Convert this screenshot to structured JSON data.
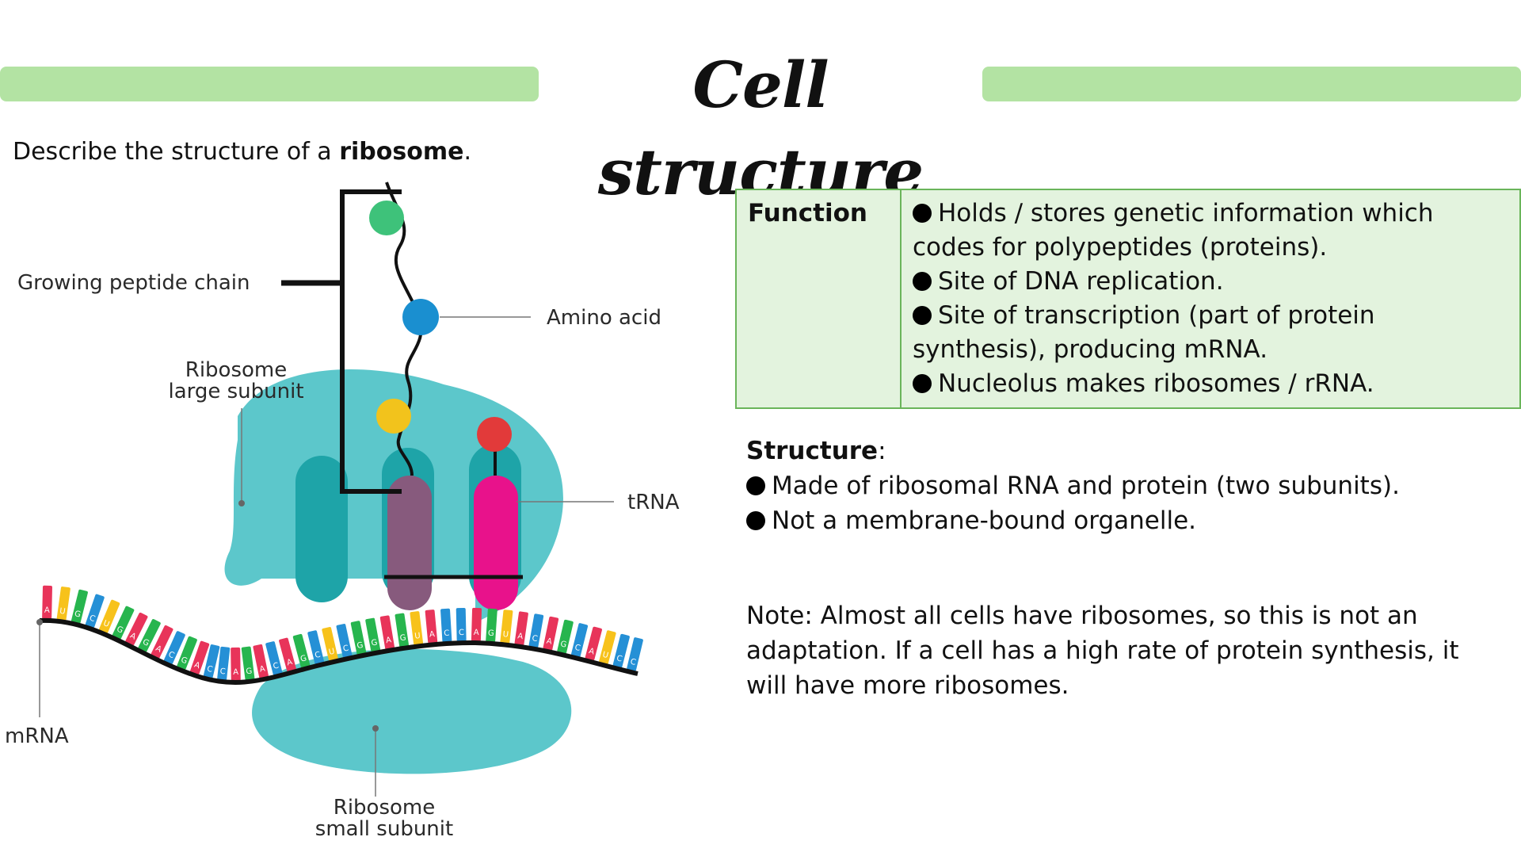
{
  "title": "Cell structure",
  "question": {
    "prefix": "Describe the structure of a ",
    "bold": "ribosome",
    "suffix": "."
  },
  "diagram": {
    "labels": {
      "peptide_chain": "Growing peptide chain",
      "amino_acid": "Amino acid",
      "large_subunit_1": "Ribosome",
      "large_subunit_2": "large subunit",
      "trna": "tRNA",
      "mrna": "mRNA",
      "small_subunit_1": "Ribosome",
      "small_subunit_2": "small subunit"
    },
    "bases": [
      "A",
      "U",
      "G",
      "C",
      "U",
      "G",
      "A",
      "G",
      "A",
      "C",
      "G",
      "A",
      "C",
      "C",
      "A",
      "G",
      "A",
      "C",
      "A",
      "G",
      "C",
      "U",
      "C",
      "G",
      "G",
      "A",
      "G",
      "U",
      "A",
      "C",
      "C",
      "A",
      "G",
      "U",
      "A",
      "C",
      "A",
      "G",
      "C",
      "A",
      "U",
      "C",
      "C"
    ],
    "colors": {
      "ribosome": "#5cc7cb",
      "ribosome_dark": "#1ea4a8",
      "trna_left": "#875a7d",
      "trna_right": "#e8128b",
      "amino_green": "#3ec27a",
      "amino_blue": "#1a8fd0",
      "amino_yellow": "#f2c31c",
      "amino_red": "#e23a3a",
      "base_red": "#e8345a",
      "base_green": "#27b54e",
      "base_yellow": "#f7c21b",
      "base_blue": "#2590d6"
    }
  },
  "function_table": {
    "heading": "Function",
    "items": [
      "Holds / stores genetic information which codes for polypeptides (proteins).",
      "Site of DNA replication.",
      "Site of transcription (part of protein synthesis), producing mRNA.",
      "Nucleolus makes ribosomes / rRNA."
    ]
  },
  "structure": {
    "heading": "Structure",
    "colon": ":",
    "items": [
      "Made of ribosomal RNA and protein (two subunits).",
      "Not a membrane-bound organelle."
    ]
  },
  "note": "Note: Almost all cells have ribosomes, so this is not an adaptation. If a cell has a high rate of protein synthesis, it will have more ribosomes.",
  "accent_colors": {
    "title_bar": "#b3e3a3",
    "table_border": "#6ab55a",
    "table_fill": "#e3f3de"
  }
}
